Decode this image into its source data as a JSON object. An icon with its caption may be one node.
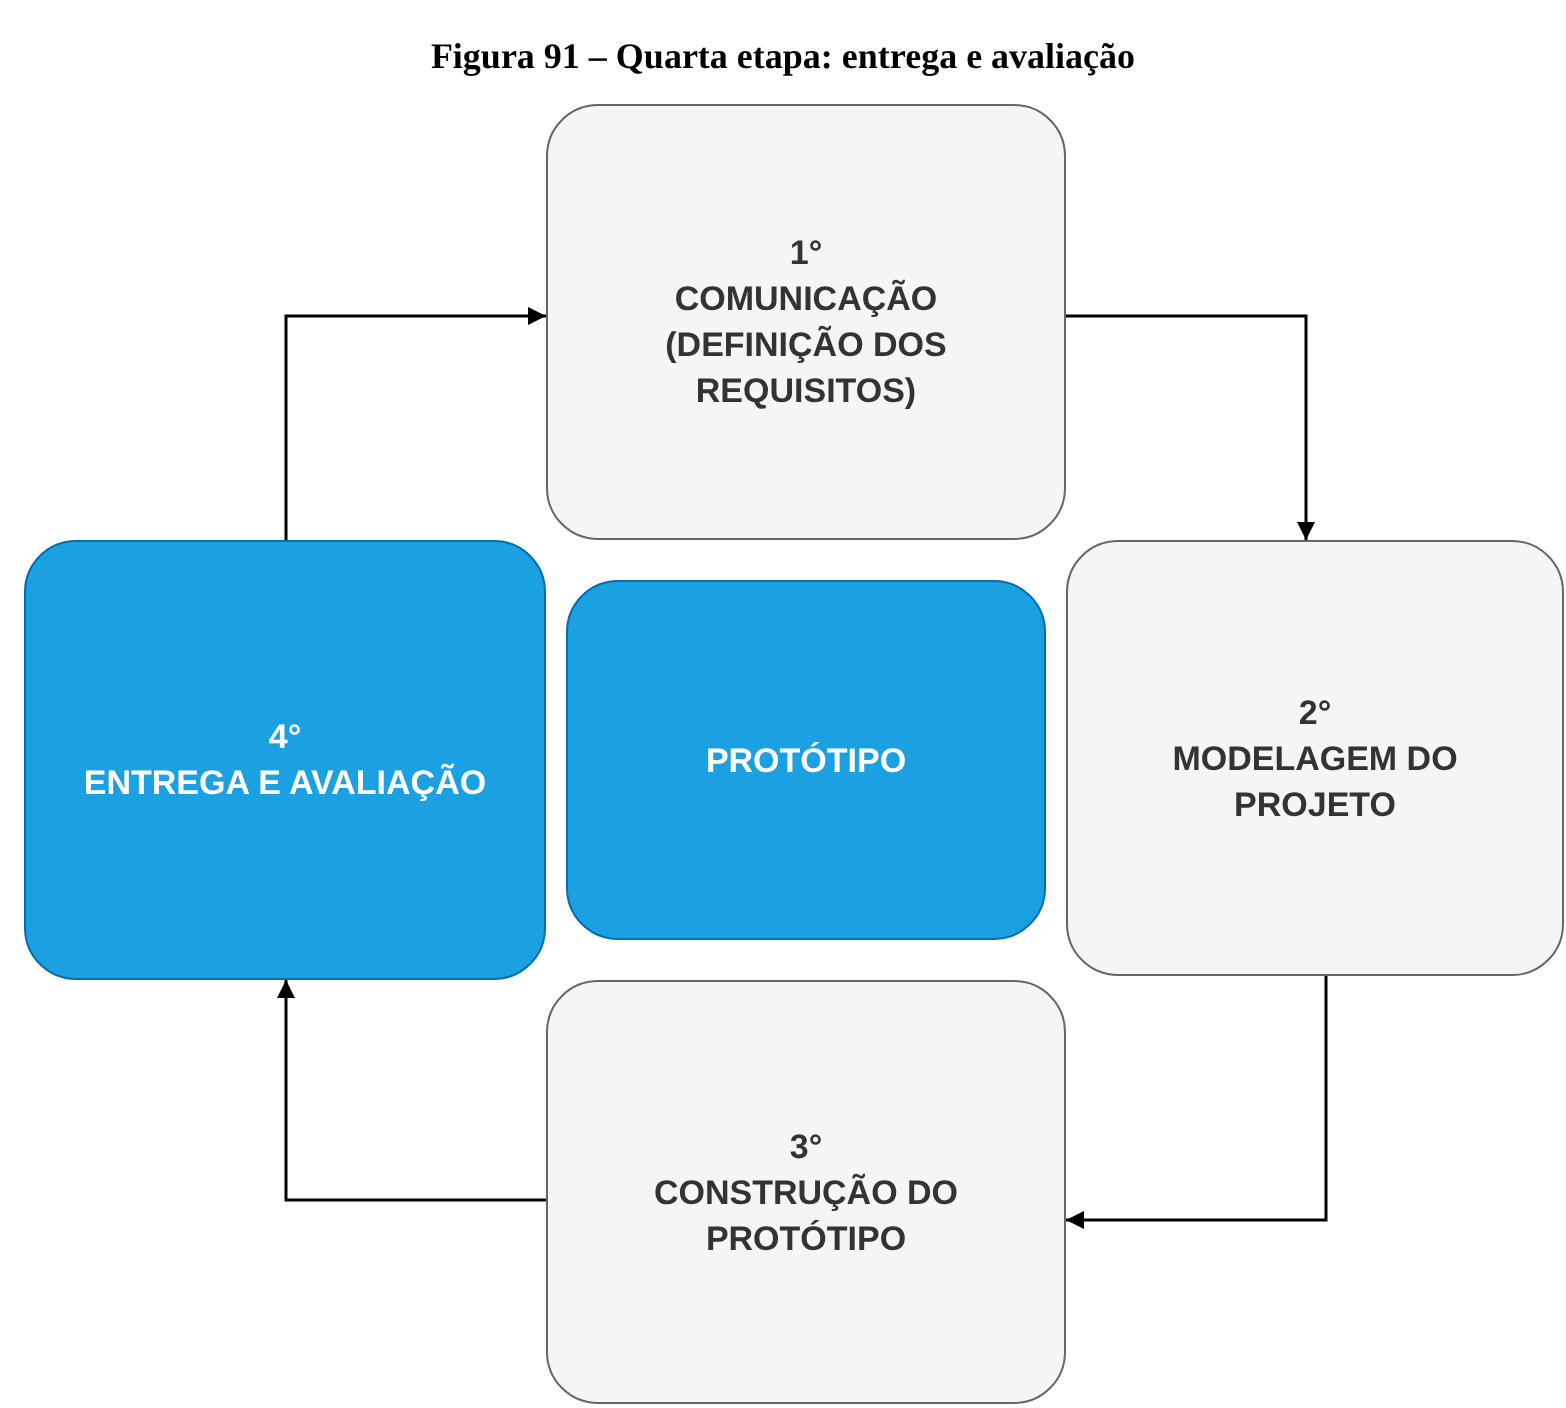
{
  "diagram": {
    "title": "Figura 91 – Quarta etapa: entrega e avaliação",
    "nodes": [
      {
        "text": [
          "1°",
          "COMUNICAÇÃO (DEFINIÇÃO DOS REQUISITOS)"
        ]
      },
      {
        "text": [
          "2°",
          "MODELAGEM DO PROJETO"
        ]
      },
      {
        "text": [
          "3°",
          "CONSTRUÇÃO DO PROTÓTIPO"
        ]
      },
      {
        "text": [
          "4°",
          "ENTREGA E AVALIAÇÃO"
        ]
      },
      {
        "text": [
          "PROTÓTIPO"
        ]
      }
    ],
    "edges": [
      {
        "from": 3,
        "to": 0,
        "arrow": "to"
      },
      {
        "from": 0,
        "to": 1,
        "arrow": "to"
      },
      {
        "from": 1,
        "to": 2,
        "arrow": "to"
      },
      {
        "from": 2,
        "to": 3,
        "arrow": "to"
      }
    ]
  }
}
